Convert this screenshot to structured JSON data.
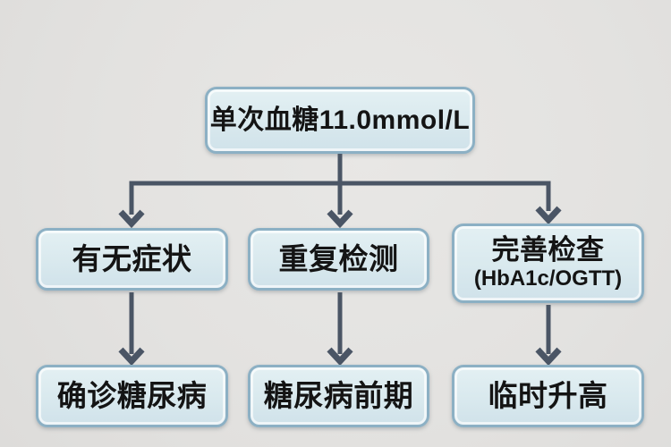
{
  "flowchart": {
    "title_context": "blood-glucose-decision-flowchart",
    "colors": {
      "background": "#e3e2e0",
      "node_fill": "#d9e9ee",
      "node_border": "#8cb0c4",
      "connector": "#4a5565",
      "text": "#141414"
    },
    "nodes": {
      "root": {
        "label": "单次血糖11.0mmol/L"
      },
      "branch1": {
        "label": "有无症状"
      },
      "branch2": {
        "label": "重复检测"
      },
      "branch3": {
        "label": "完善检查",
        "sublabel": "(HbA1c/OGTT)"
      },
      "leaf1": {
        "label": "确诊糖尿病"
      },
      "leaf2": {
        "label": "糖尿病前期"
      },
      "leaf3": {
        "label": "临时升高"
      }
    },
    "edges": [
      {
        "from": "root",
        "to": "branch1"
      },
      {
        "from": "root",
        "to": "branch2"
      },
      {
        "from": "root",
        "to": "branch3"
      },
      {
        "from": "branch1",
        "to": "leaf1"
      },
      {
        "from": "branch2",
        "to": "leaf2"
      },
      {
        "from": "branch3",
        "to": "leaf3"
      }
    ]
  }
}
